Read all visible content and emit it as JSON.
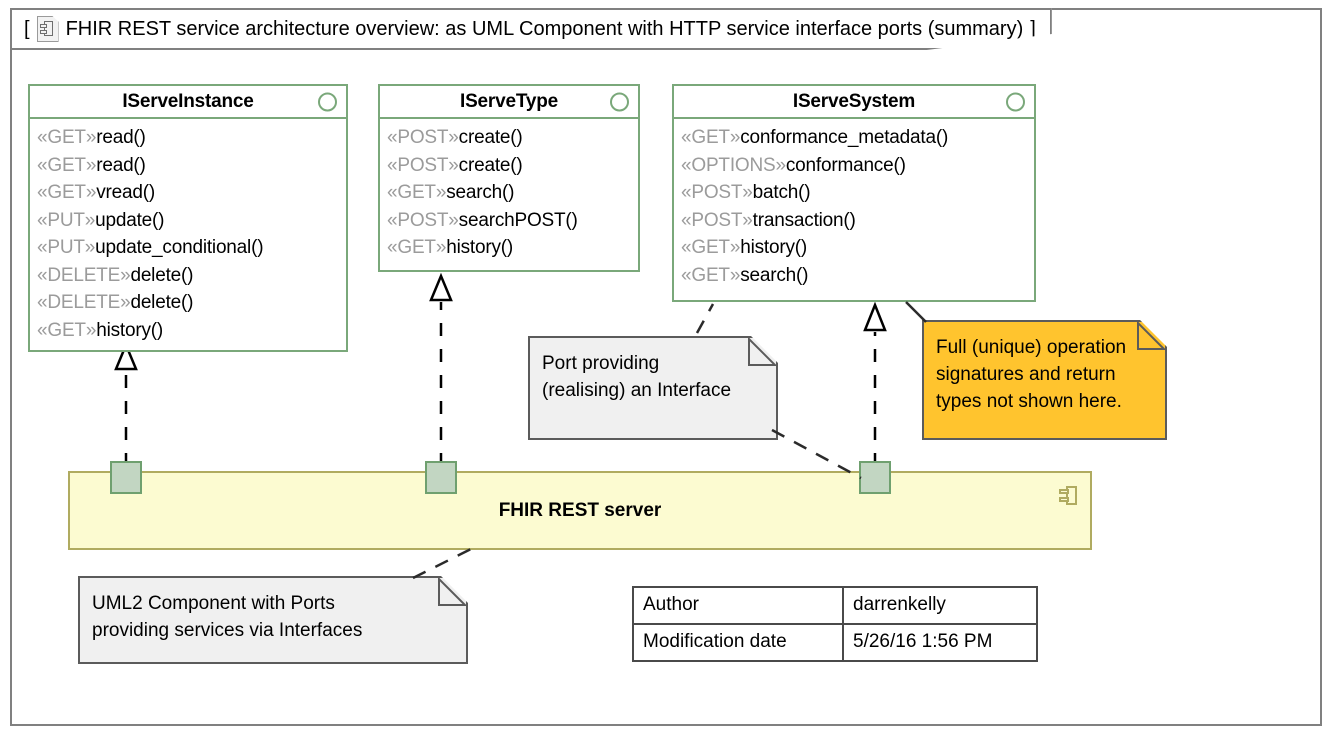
{
  "frame": {
    "open_bracket": "[",
    "close_bracket": "]",
    "icon": "diagram-document-icon",
    "title": "FHIR REST service architecture overview: as UML Component with HTTP service interface ports (summary)"
  },
  "interfaces": [
    {
      "name": "IServeInstance",
      "icon": "interface-circle-icon",
      "operations": [
        {
          "stereotype": "«GET»",
          "name": "read()"
        },
        {
          "stereotype": "«GET»",
          "name": "read()"
        },
        {
          "stereotype": "«GET»",
          "name": "vread()"
        },
        {
          "stereotype": "«PUT»",
          "name": "update()"
        },
        {
          "stereotype": "«PUT»",
          "name": "update_conditional()"
        },
        {
          "stereotype": "«DELETE»",
          "name": "delete()"
        },
        {
          "stereotype": "«DELETE»",
          "name": "delete()"
        },
        {
          "stereotype": "«GET»",
          "name": "history()"
        }
      ]
    },
    {
      "name": "IServeType",
      "icon": "interface-circle-icon",
      "operations": [
        {
          "stereotype": "«POST»",
          "name": "create()"
        },
        {
          "stereotype": "«POST»",
          "name": "create()"
        },
        {
          "stereotype": "«GET»",
          "name": "search()"
        },
        {
          "stereotype": "«POST»",
          "name": "searchPOST()"
        },
        {
          "stereotype": "«GET»",
          "name": "history()"
        }
      ]
    },
    {
      "name": "IServeSystem",
      "icon": "interface-circle-icon",
      "operations": [
        {
          "stereotype": "«GET»",
          "name": "conformance_metadata()"
        },
        {
          "stereotype": "«OPTIONS»",
          "name": "conformance()"
        },
        {
          "stereotype": "«POST»",
          "name": "batch()"
        },
        {
          "stereotype": "«POST»",
          "name": "transaction()"
        },
        {
          "stereotype": "«GET»",
          "name": "history()"
        },
        {
          "stereotype": "«GET»",
          "name": "search()"
        }
      ]
    }
  ],
  "component": {
    "label": "FHIR REST server",
    "icon": "uml-component-icon",
    "ports": [
      {
        "name": "port-iserveinstance"
      },
      {
        "name": "port-iservetype"
      },
      {
        "name": "port-iservesystem"
      }
    ]
  },
  "notes": [
    {
      "id": "note-port-interface",
      "style": "grey",
      "text": "Port providing\n(realising) an Interface"
    },
    {
      "id": "note-signatures",
      "style": "orange",
      "text": "Full (unique) operation\nsignatures and return\ntypes not shown here."
    },
    {
      "id": "note-component-ports",
      "style": "grey",
      "text": "UML2 Component with Ports\nproviding services via Interfaces"
    }
  ],
  "metadata": {
    "rows": [
      {
        "key": "Author",
        "value": "darrenkelly"
      },
      {
        "key": "Modification date",
        "value": "5/26/16 1:56 PM"
      }
    ]
  },
  "colors": {
    "interface_border": "#7aa87a",
    "component_fill": "#fcfbd1",
    "component_border": "#b0ab60",
    "port_fill": "#c2d6c2",
    "port_border": "#6fa06f",
    "note_grey": "#f0f0f0",
    "note_orange": "#ffc42e",
    "stereotype_text": "#9b9b9b",
    "frame_border": "#808080"
  }
}
